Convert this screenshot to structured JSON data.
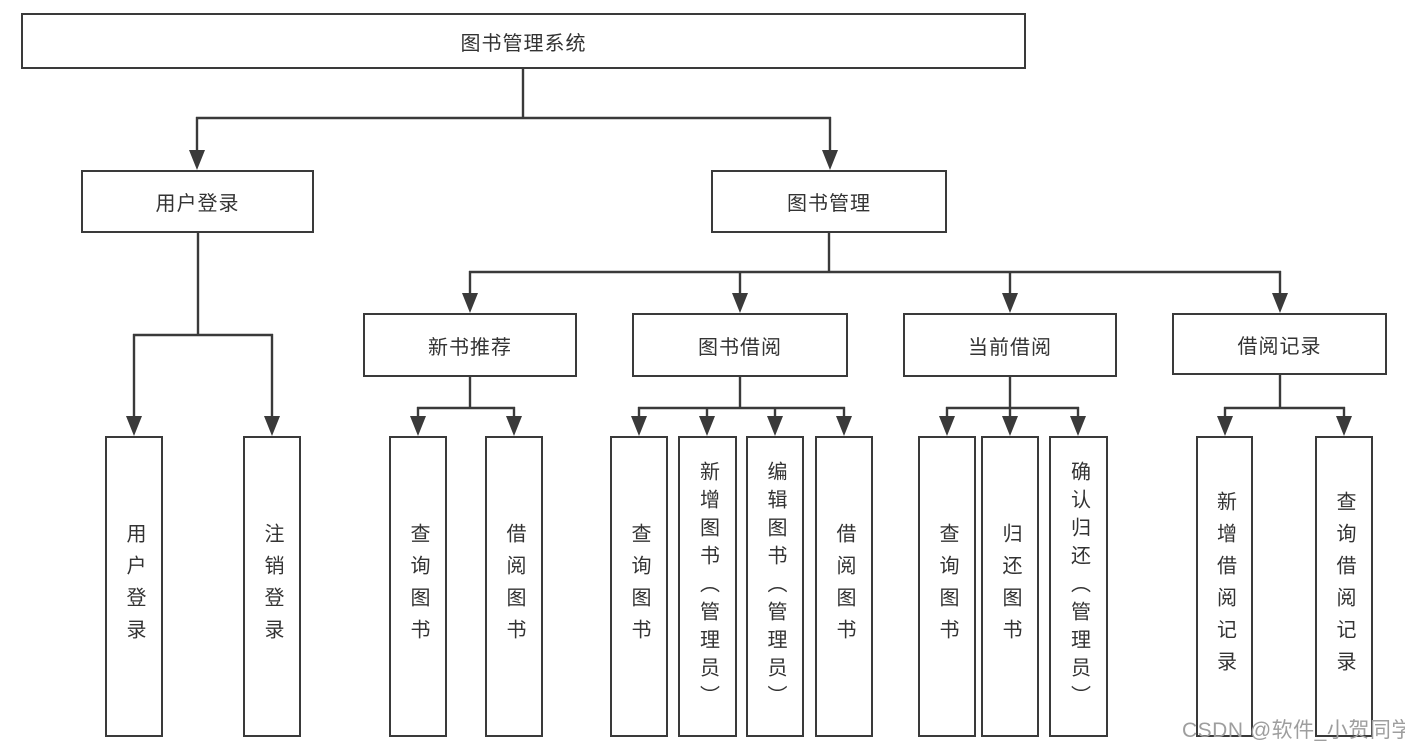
{
  "diagram": {
    "title": "图书管理系统",
    "level2": [
      {
        "id": "user-login",
        "label": "用户登录"
      },
      {
        "id": "book-management",
        "label": "图书管理"
      }
    ],
    "level3": [
      {
        "id": "new-book-recommend",
        "label": "新书推荐"
      },
      {
        "id": "book-borrowing",
        "label": "图书借阅"
      },
      {
        "id": "current-borrowing",
        "label": "当前借阅"
      },
      {
        "id": "borrowing-records",
        "label": "借阅记录"
      }
    ],
    "leaves": [
      {
        "id": "leaf-user-login",
        "label": "用户登录"
      },
      {
        "id": "leaf-logout",
        "label": "注销登录"
      },
      {
        "id": "leaf-query-books-recommend",
        "label": "查询图书"
      },
      {
        "id": "leaf-borrow-books-recommend",
        "label": "借阅图书"
      },
      {
        "id": "leaf-query-books-borrowing",
        "label": "查询图书"
      },
      {
        "id": "leaf-add-books-admin",
        "label": "新增图书（管理员）"
      },
      {
        "id": "leaf-edit-books-admin",
        "label": "编辑图书（管理员）"
      },
      {
        "id": "leaf-borrow-books",
        "label": "借阅图书"
      },
      {
        "id": "leaf-query-books-current",
        "label": "查询图书"
      },
      {
        "id": "leaf-return-books",
        "label": "归还图书"
      },
      {
        "id": "leaf-confirm-return-admin",
        "label": "确认归还（管理员）"
      },
      {
        "id": "leaf-add-borrow-record",
        "label": "新增借阅记录"
      },
      {
        "id": "leaf-query-borrow-record",
        "label": "查询借阅记录"
      }
    ]
  },
  "watermark": {
    "text": "CSDN @软件_小贺同学"
  },
  "colors": {
    "line": "#3a3a3a",
    "text": "#333333",
    "watermark": "#9e9e9e",
    "background": "#ffffff"
  }
}
